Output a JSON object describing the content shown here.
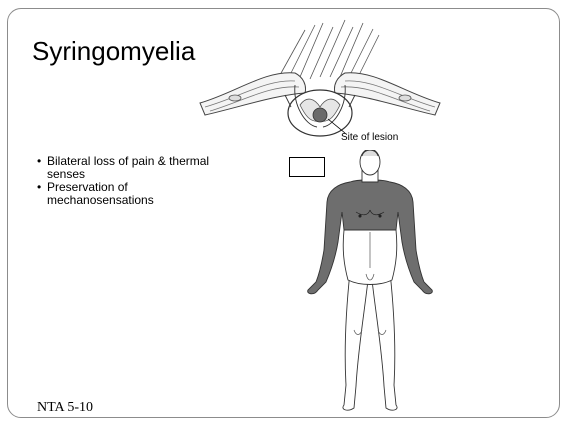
{
  "slide": {
    "title": "Syringomyelia",
    "bullets": [
      "Bilateral loss of pain & thermal senses",
      "Preservation of mechanosensations"
    ],
    "footer": "NTA 5-10"
  },
  "figure": {
    "lesion_label": "Site of lesion"
  },
  "colors": {
    "affected_region": "#6e6e6e",
    "line_art": "#333333"
  }
}
